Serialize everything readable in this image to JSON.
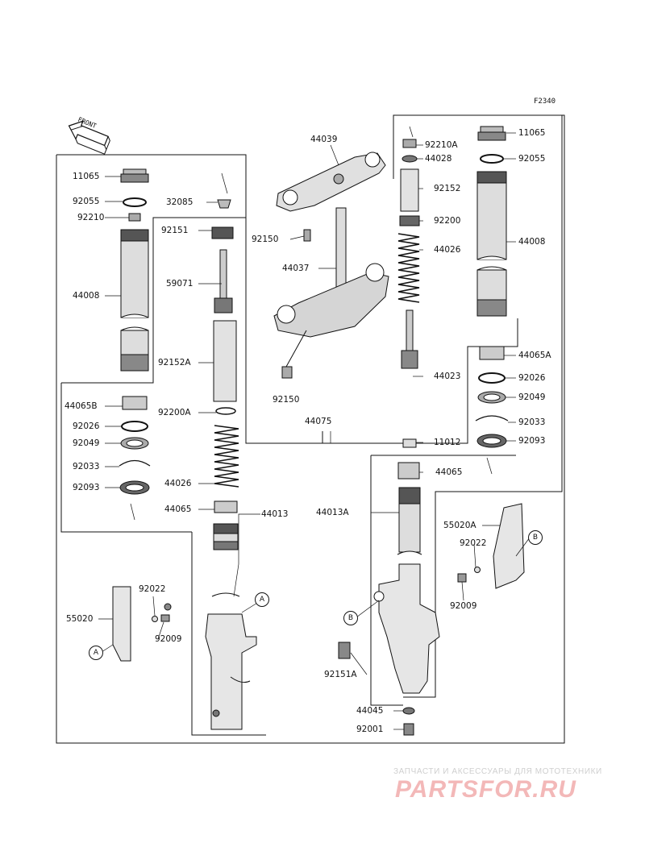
{
  "diagram_code": "F2340",
  "front_label": "FRONT",
  "labels": {
    "l11065": "11065",
    "l92055": "92055",
    "l92210": "92210",
    "l44008": "44008",
    "l44065b": "44065B",
    "l92026": "92026",
    "l92049": "92049",
    "l92033": "92033",
    "l92093": "92093",
    "l55020": "55020",
    "l92022": "92022",
    "l92009": "92009",
    "l32085": "32085",
    "l92151": "92151",
    "l59071": "59071",
    "l92152a": "92152A",
    "l92200a": "92200A",
    "l44026": "44026",
    "l44065": "44065",
    "l44013": "44013",
    "l44039": "44039",
    "l92150a": "92150",
    "l44037": "44037",
    "l92150b": "92150",
    "l44075": "44075",
    "l44013a": "44013A",
    "l92151a": "92151A",
    "l44045": "44045",
    "l92001": "92001",
    "r92210a": "92210A",
    "r44028": "44028",
    "r92152": "92152",
    "r92200": "92200",
    "r44026": "44026",
    "r44023": "44023",
    "r11012": "11012",
    "r44065": "44065",
    "r11065": "11065",
    "r92055": "92055",
    "r44008": "44008",
    "r44065a": "44065A",
    "r92026": "92026",
    "r92049": "92049",
    "r92033": "92033",
    "r92093": "92093",
    "r55020a": "55020A",
    "r92022": "92022",
    "r92009": "92009"
  },
  "callouts": {
    "a": "A",
    "b": "B"
  },
  "watermark": {
    "line1": "ЗАПЧАСТИ И АКСЕССУАРЫ ДЛЯ МОТОТЕХНИКИ",
    "line2": "PARTSFOR.RU"
  }
}
